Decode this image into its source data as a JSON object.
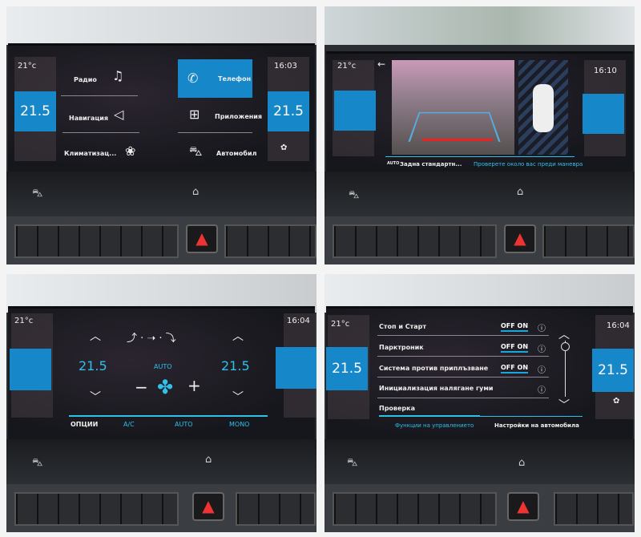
{
  "q1": {
    "outside_temp": "21°c",
    "time": "16:03",
    "left_temp": "21.5",
    "right_temp": "21.5",
    "menu": [
      {
        "label": "Радио",
        "icon": "music-note-icon"
      },
      {
        "label": "Навигация",
        "icon": "navigation-icon"
      },
      {
        "label": "Климатизац...",
        "icon": "climate-icon"
      },
      {
        "label": "Телефон",
        "icon": "phone-icon",
        "active": true
      },
      {
        "label": "Приложения",
        "icon": "apps-grid-icon"
      },
      {
        "label": "Автомобил",
        "icon": "car-icon"
      }
    ]
  },
  "q2": {
    "outside_temp": "21°c",
    "time": "16:10",
    "mode": "Задна стандартн...",
    "auto_label": "AUTO",
    "warning": "Проверете около вас преди маневра"
  },
  "q3": {
    "outside_temp": "21°c",
    "time": "16:04",
    "left_temp": "21.5",
    "right_temp": "21.5",
    "auto": "AUTO",
    "tabs": [
      "ОПЦИИ",
      "A/C",
      "AUTO",
      "MONO"
    ]
  },
  "q4": {
    "outside_temp": "21°c",
    "time": "16:04",
    "left_temp": "21.5",
    "right_temp": "21.5",
    "settings": [
      {
        "label": "Стоп и Старт",
        "off": "OFF",
        "on": "ON",
        "value": "ON"
      },
      {
        "label": "Парктроник",
        "off": "OFF",
        "on": "ON",
        "value": "ON"
      },
      {
        "label": "Система против приплъзване",
        "off": "OFF",
        "on": "ON",
        "value": "ON"
      },
      {
        "label": "Инициализация налягане гуми"
      },
      {
        "label": "Проверка"
      }
    ],
    "tabs": [
      "Функции на управлението",
      "Настройки на автомобила"
    ]
  },
  "colors": {
    "accent": "#1687c8",
    "cyan": "#2ec1ea",
    "hazard": "#e33333"
  }
}
